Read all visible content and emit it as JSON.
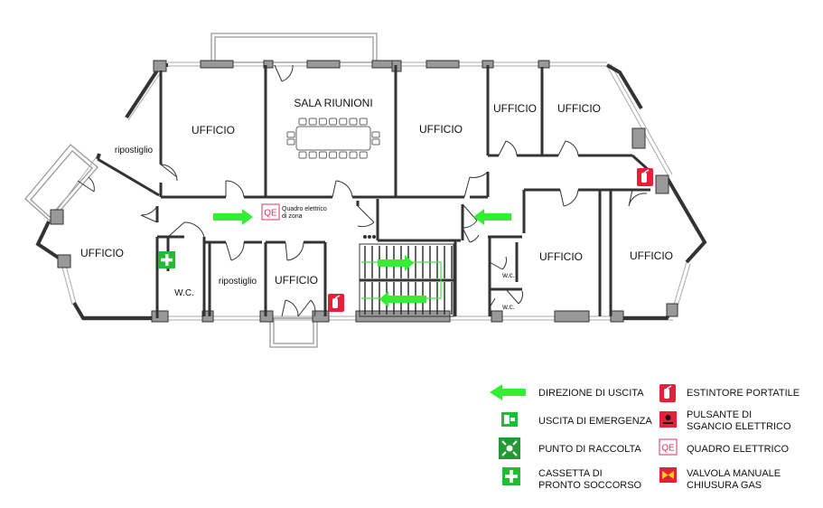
{
  "rooms": {
    "sala_riunioni": "SALA RIUNIONI",
    "ufficio": "UFFICIO",
    "ripostiglio": "ripostiglio",
    "wc_upper": "W.C.",
    "wc_lower": "w.c."
  },
  "qe_sign": {
    "code": "QE",
    "caption_line1": "Quadro elettrico",
    "caption_line2": "di zona"
  },
  "legend": {
    "direzione_uscita": "DIREZIONE DI USCITA",
    "uscita_emergenza": "USCITA DI EMERGENZA",
    "punto_raccolta": "PUNTO DI RACCOLTA",
    "cassetta_line1": "CASSETTA DI",
    "cassetta_line2": "PRONTO SOCCORSO",
    "estintore": "ESTINTORE PORTATILE",
    "pulsante_line1": "PULSANTE DI",
    "pulsante_line2": "SGANCIO ELETTRICO",
    "quadro": "QUADRO ELETTRICO",
    "valvola_line1": "VALVOLA MANUALE",
    "valvola_line2": "CHIUSURA GAS"
  },
  "colors": {
    "wall": "#333333",
    "exit_green": "#33ee33",
    "first_aid_green": "#22bb33",
    "fire_red": "#e4213a",
    "qe_pink": "#e03060"
  }
}
